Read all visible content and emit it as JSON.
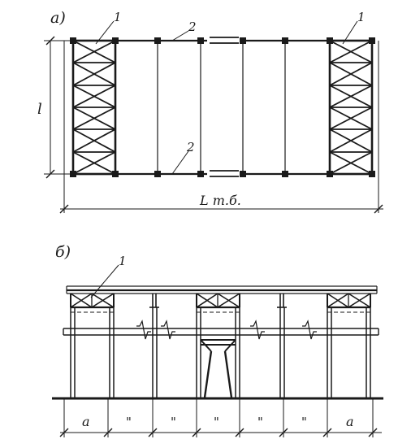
{
  "plan": {
    "panel_label": "а)",
    "callout_1_left": "1",
    "callout_1_right": "1",
    "callout_2_top": "2",
    "callout_2_bottom": "2",
    "span_dimension": "l",
    "length_dimension": "L т.б."
  },
  "elevation": {
    "panel_label": "б)",
    "callout_1": "1",
    "spacing_labels": [
      "a",
      "\"",
      "\"",
      "\"",
      "\"",
      "\"",
      "a"
    ]
  }
}
